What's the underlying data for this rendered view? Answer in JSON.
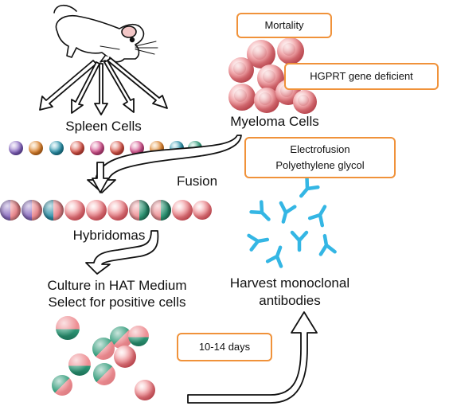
{
  "labels": {
    "spleen_cells": "Spleen Cells",
    "myeloma_cells": "Myeloma Cells",
    "fusion": "Fusion",
    "hybridomas": "Hybridomas",
    "culture_line1": "Culture in HAT Medium",
    "culture_line2": "Select for positive cells",
    "harvest_line1": "Harvest monoclonal",
    "harvest_line2": "antibodies"
  },
  "boxes": {
    "mortality": "Mortality",
    "hgprt": "HGPRT gene deficient",
    "electrofusion": "Electrofusion",
    "peg": "Polyethylene glycol",
    "days": "10-14 days"
  },
  "colors": {
    "box_border": "#f0923a",
    "antibody": "#34b6e4",
    "myeloma": "#ee8f94",
    "hybrid_green": "#2f9a78"
  }
}
